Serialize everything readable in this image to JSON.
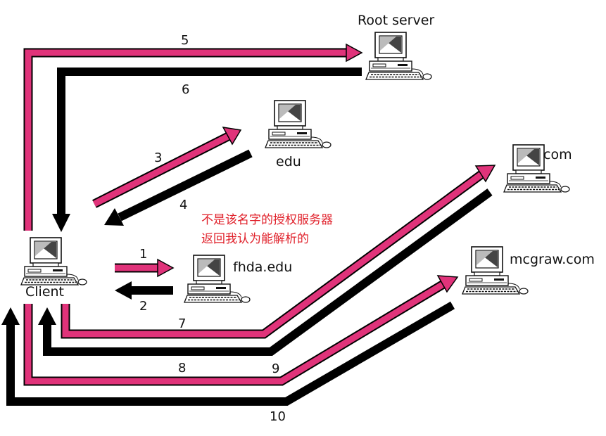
{
  "colors": {
    "request": "#e0337a",
    "response": "#000000",
    "note": "#e0202a"
  },
  "nodes": {
    "root": "Root server",
    "edu": "edu",
    "com": "com",
    "fhda": "fhda.edu",
    "mcgraw": "mcgraw.com",
    "client": "Client"
  },
  "steps": {
    "s1": "1",
    "s2": "2",
    "s3": "3",
    "s4": "4",
    "s5": "5",
    "s6": "6",
    "s7": "7",
    "s8": "8",
    "s9": "9",
    "s10": "10"
  },
  "note": {
    "line1": "不是该名字的授权服务器",
    "line2": "返回我认为能解析的"
  }
}
